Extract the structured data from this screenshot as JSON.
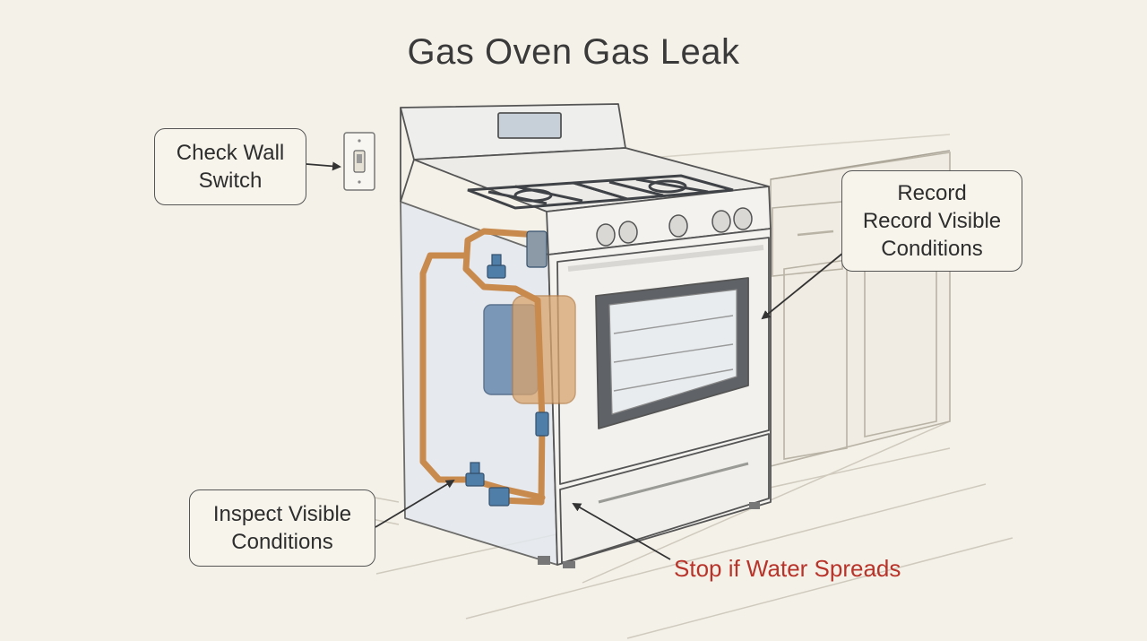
{
  "title": "Gas Oven Gas Leak",
  "callouts": {
    "wall_switch": {
      "line1": "Check Wall",
      "line2": "Switch"
    },
    "record": {
      "line1": "Record",
      "line2": "Record Visible",
      "line3": "Conditions"
    },
    "inspect": {
      "line1": "Inspect Visible",
      "line2": "Conditions"
    }
  },
  "warning": {
    "text": "Stop if Water Spreads",
    "color": "#b8342a"
  },
  "illustration": {
    "subject": "gas range oven with cutaway showing gas supply piping and valves",
    "icons": [
      "wall-switch-icon",
      "gas-valve-icon",
      "oven-window-icon",
      "burner-grate-icon"
    ],
    "colors": {
      "pipe": "#c98a4e",
      "valve": "#4f7ea8",
      "line": "#555555",
      "background": "#f4f1e9"
    }
  }
}
